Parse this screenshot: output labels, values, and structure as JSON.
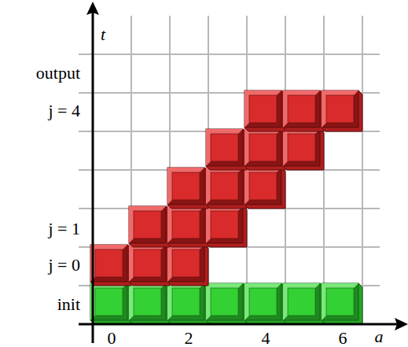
{
  "diagram": {
    "labels": [
      "t",
      "output",
      "j = 4",
      "j = 1",
      "j = 0",
      "init",
      "0",
      "2",
      "4",
      "6",
      "a"
    ]
  }
}
